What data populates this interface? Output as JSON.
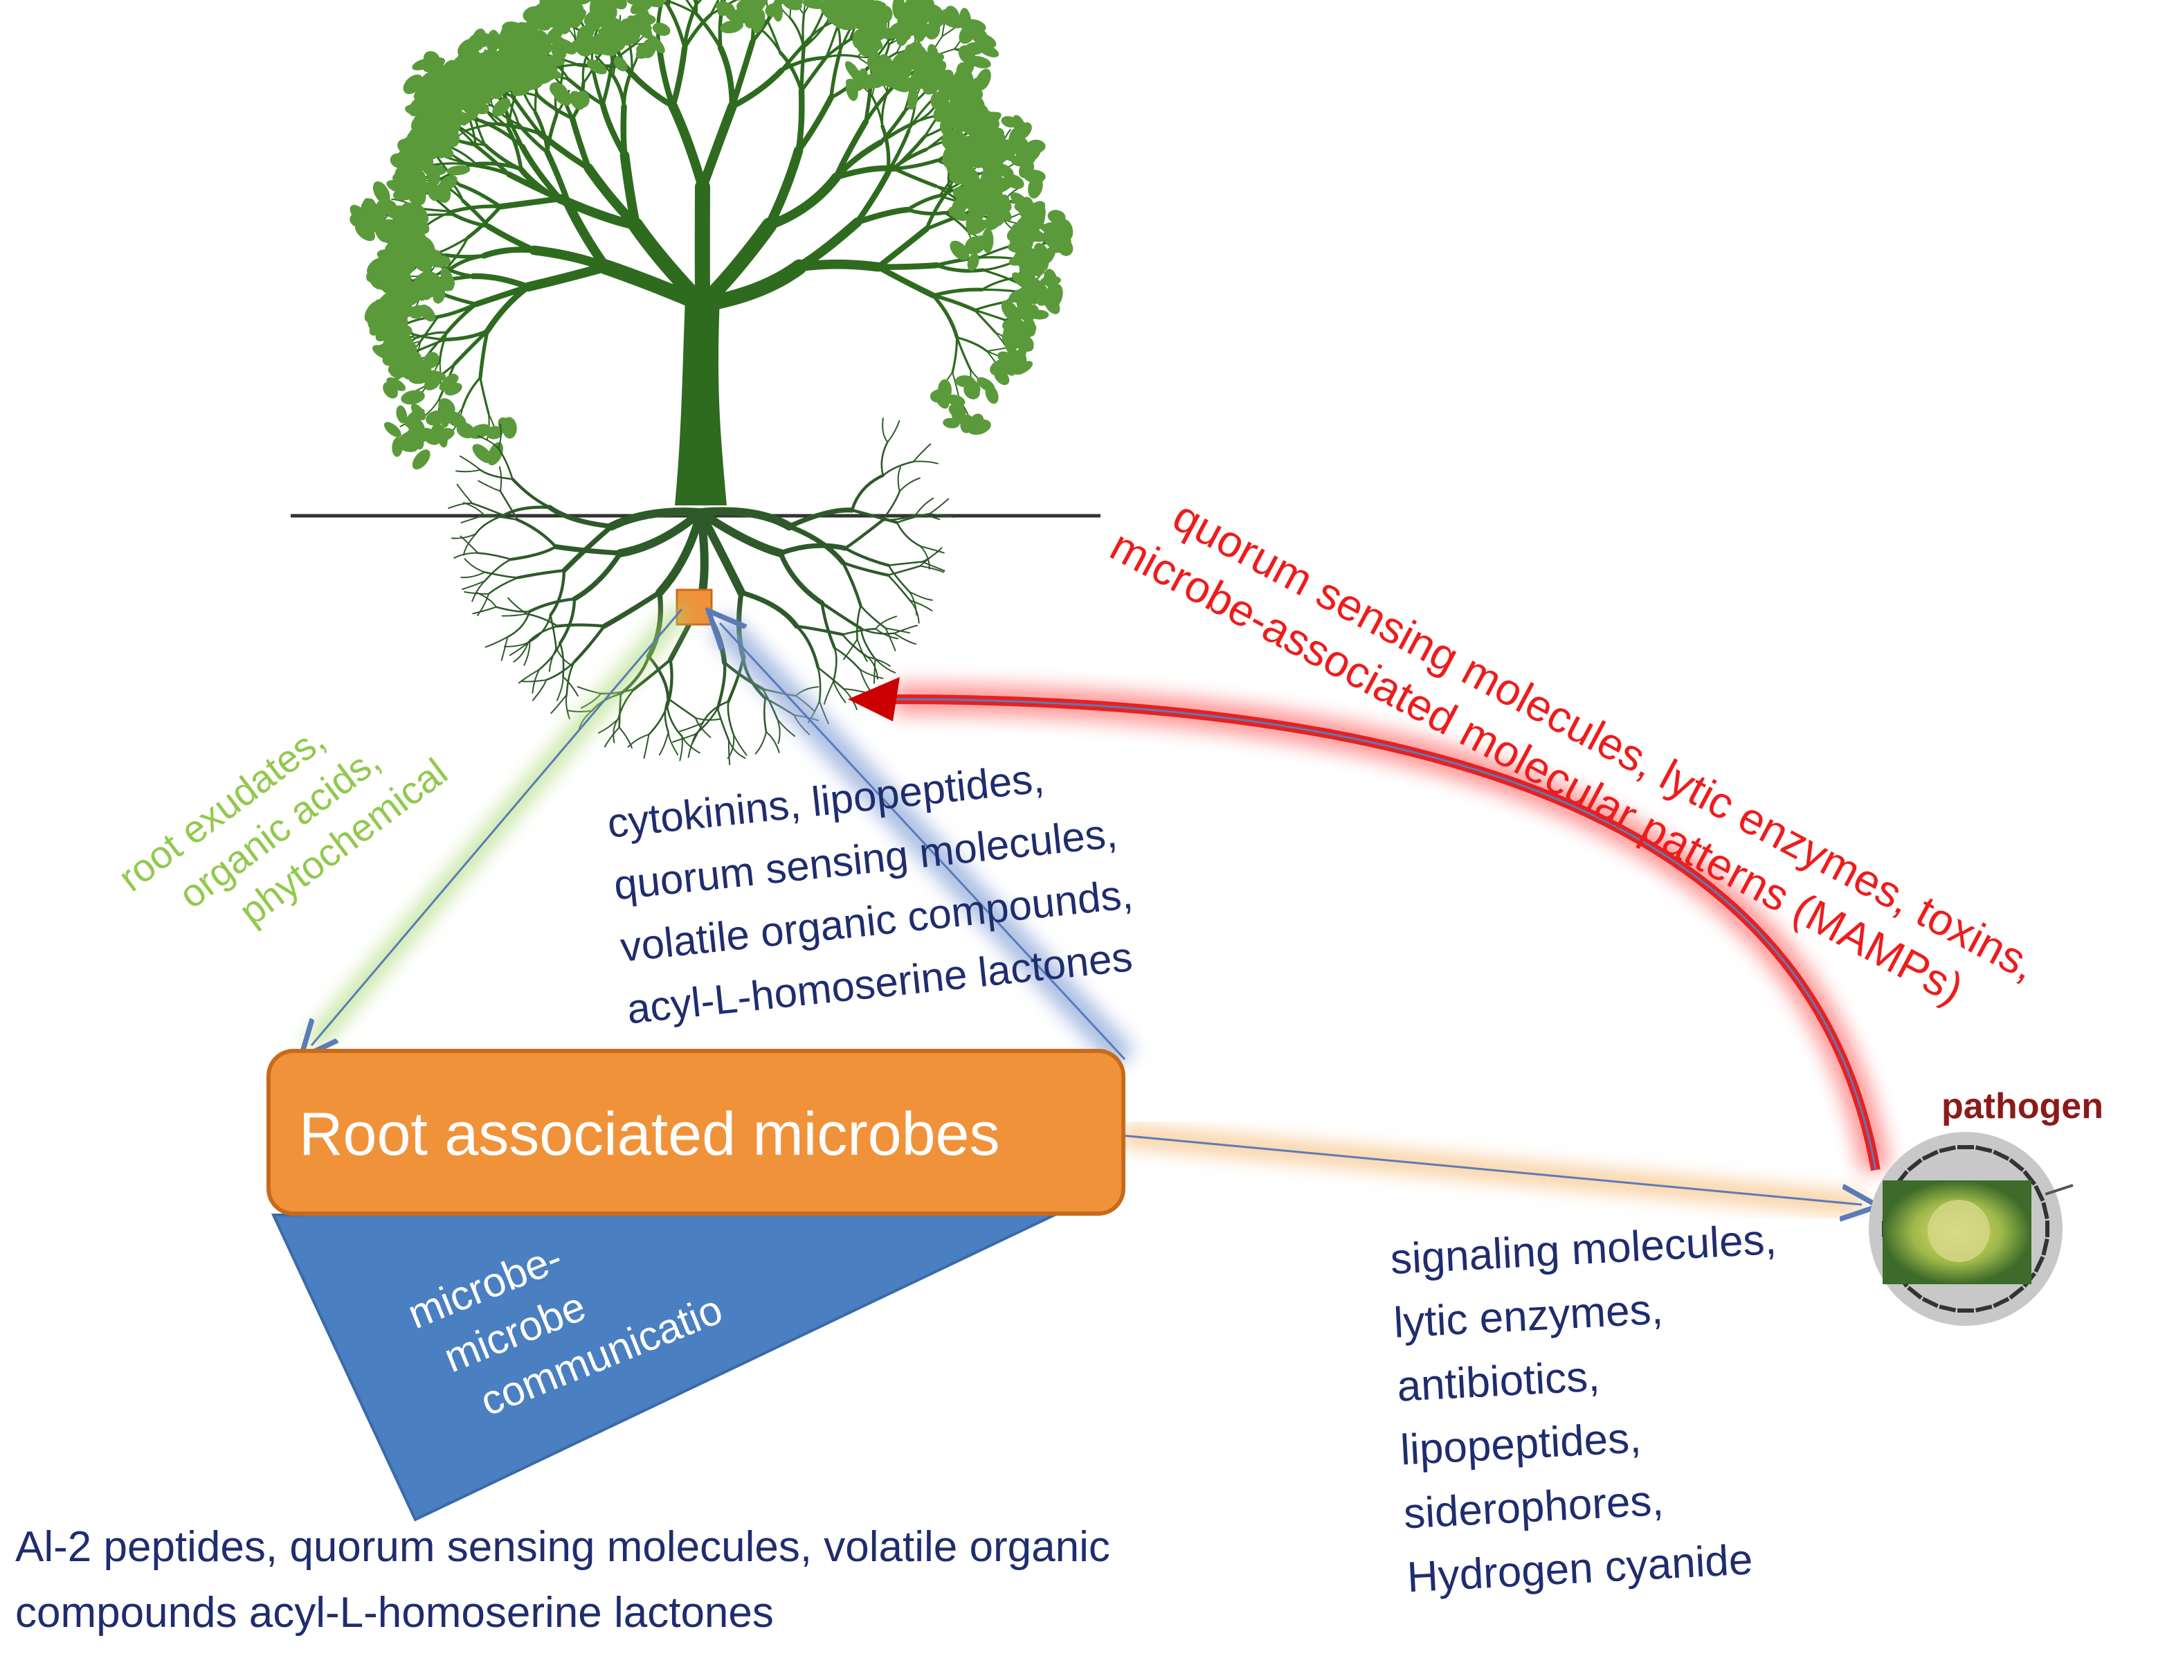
{
  "diagram": {
    "box_label": "Root associated microbes",
    "triangle_lines": [
      "microbe-",
      "microbe",
      "communicatio"
    ],
    "green_lines": [
      "root exudates,",
      "organic acids,",
      "phytochemical"
    ],
    "navy_lines": [
      "cytokinins, lipopeptides,",
      "quorum sensing molecules,",
      "volatile organic compounds,",
      "acyl-L-homoserine lactones"
    ],
    "red_lines": [
      "quorum sensing molecules, lytic enzymes, toxins,",
      "microbe-associated molecular patterns (MAMPs)"
    ],
    "pathogen_label": "pathogen",
    "right_lines": [
      "signaling molecules,",
      "lytic enzymes,",
      "antibiotics,",
      "lipopeptides,",
      "siderophores,",
      "Hydrogen cyanide"
    ],
    "bottom_lines": [
      "Al-2 peptides, quorum sensing molecules, volatile organic",
      "compounds acyl-L-homoserine lactones"
    ]
  },
  "colors": {
    "tree_green": "#2e6b1f",
    "leaf_green": "#5a9a3a",
    "box_orange": "#f0923a",
    "triangle_blue": "#4a7fc1",
    "arrow_red": "#ee1c1c",
    "text_navy": "#1f2d6e",
    "text_green": "#92c94e"
  },
  "icons": {
    "tree": "tree-illustration",
    "pathogen": "pathogen-cell-icon"
  }
}
